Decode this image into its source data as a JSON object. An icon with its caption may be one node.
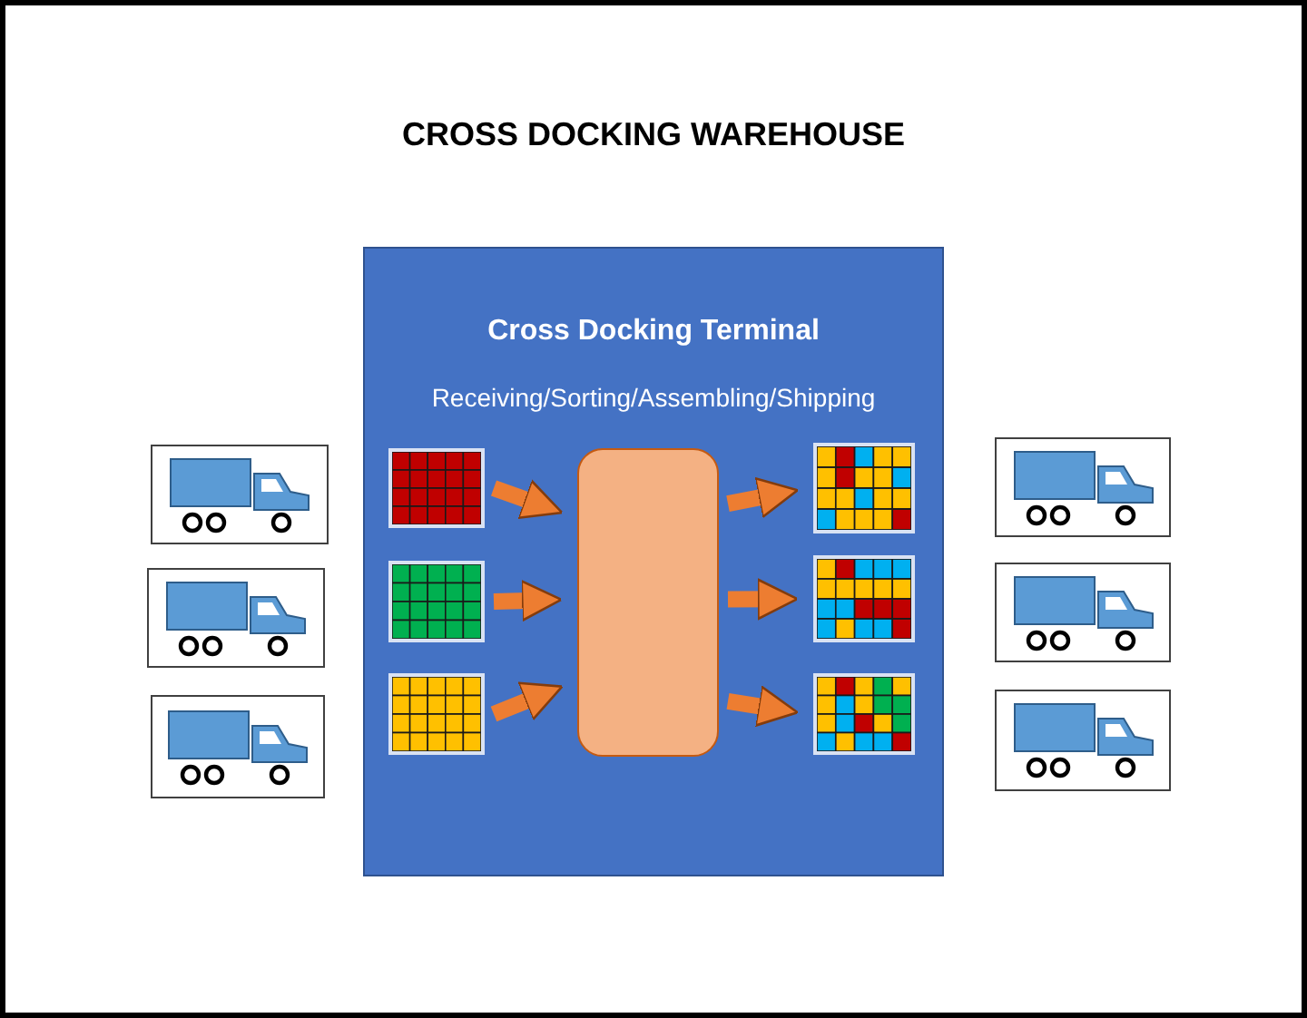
{
  "diagram": {
    "title": "CROSS DOCKING WAREHOUSE",
    "nodes": [
      {
        "text": [
          "Cross Docking Terminal",
          "Receiving/Sorting/Assembling/Shipping"
        ]
      },
      {
        "text": [],
        "shape": "grid",
        "in": 0
      },
      {
        "text": [],
        "shape": "grid",
        "in": 0
      },
      {
        "text": [],
        "shape": "grid",
        "in": 0
      },
      {
        "text": [],
        "shape": "box",
        "in": 0
      },
      {
        "text": [],
        "shape": "grid",
        "in": 0
      },
      {
        "text": [],
        "shape": "grid",
        "in": 0
      },
      {
        "text": [],
        "shape": "grid",
        "in": 0
      },
      {
        "text": [],
        "shape": "truck"
      },
      {
        "text": [],
        "shape": "truck"
      },
      {
        "text": [],
        "shape": "truck"
      },
      {
        "text": [],
        "shape": "truck"
      },
      {
        "text": [],
        "shape": "truck"
      },
      {
        "text": [],
        "shape": "truck"
      }
    ],
    "edges": [
      {
        "from": 1,
        "to": 4,
        "arrow": "to"
      },
      {
        "from": 2,
        "to": 4,
        "arrow": "to"
      },
      {
        "from": 3,
        "to": 4,
        "arrow": "to"
      },
      {
        "from": 4,
        "to": 5,
        "arrow": "to"
      },
      {
        "from": 4,
        "to": 6,
        "arrow": "to"
      },
      {
        "from": 4,
        "to": 7,
        "arrow": "to"
      }
    ]
  }
}
